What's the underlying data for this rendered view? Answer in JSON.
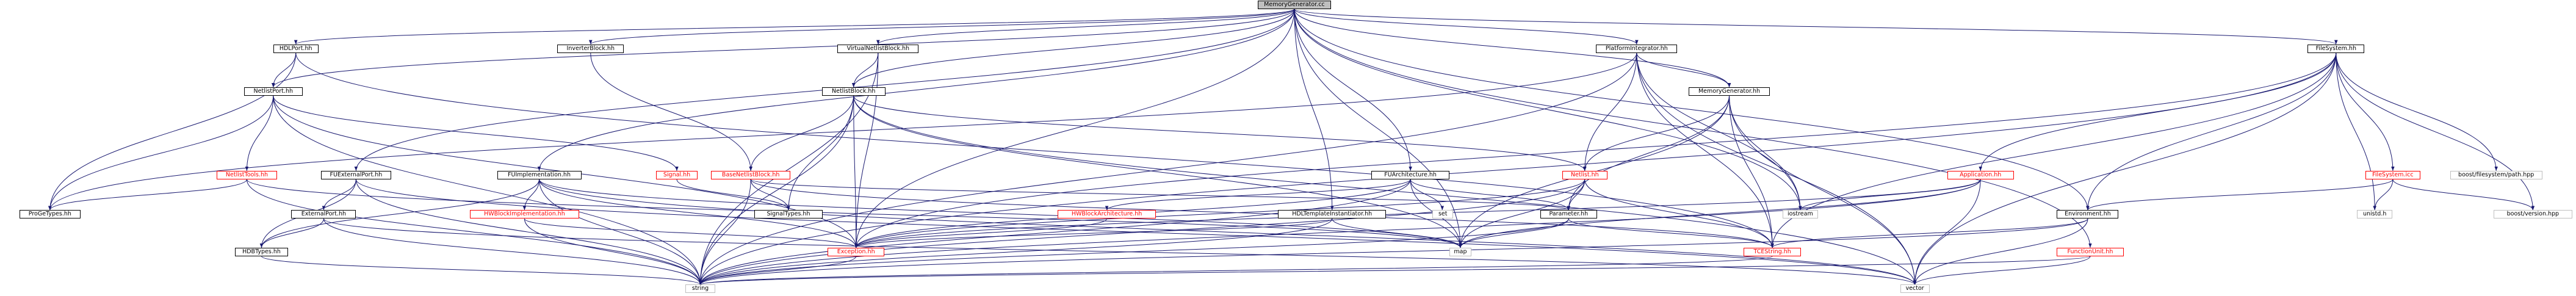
{
  "title": "MemoryGenerator.cc",
  "nodes": {
    "memgen_cc": "MemoryGenerator.cc",
    "hdlport": "HDLPort.hh",
    "inverter": "InverterBlock.hh",
    "virtualnetlist": "VirtualNetlistBlock.hh",
    "platformintegrator": "PlatformIntegrator.hh",
    "filesystem": "FileSystem.hh",
    "netlistport": "NetlistPort.hh",
    "netlistblock": "NetlistBlock.hh",
    "memgen_hh": "MemoryGenerator.hh",
    "filesystem_icc": "FileSystem.icc",
    "boost_path": "boost/filesystem/path.hpp",
    "boost_version": "boost/version.hpp",
    "unistd": "unistd.h",
    "netlisttools": "NetlistTools.hh",
    "fuexternalport": "FUExternalPort.hh",
    "fuimplementation": "FUImplementation.hh",
    "signal": "Signal.hh",
    "basenetlistblock": "BaseNetlistBlock.hh",
    "fuarchitecture": "FUArchitecture.hh",
    "netlist": "Netlist.hh",
    "application": "Application.hh",
    "environment": "Environment.hh",
    "progetypes": "ProGeTypes.hh",
    "externalport": "ExternalPort.hh",
    "signaltypes": "SignalTypes.hh",
    "hwblockimpl": "HWBlockImplementation.hh",
    "hwblockarch": "HWBlockArchitecture.hh",
    "hdltemplate": "HDLTemplateInstantiator.hh",
    "set": "set",
    "parameter": "Parameter.hh",
    "iostream": "iostream",
    "hdbtypes": "HDBTypes.hh",
    "exception": "Exception.hh",
    "map": "map",
    "tcestring": "TCEString.hh",
    "functionunit": "FunctionUnit.hh",
    "string": "string",
    "vector": "vector"
  },
  "colors": {
    "edge": "#191970",
    "highlight": "#ff0000",
    "root_fill": "#bfbfbf"
  }
}
